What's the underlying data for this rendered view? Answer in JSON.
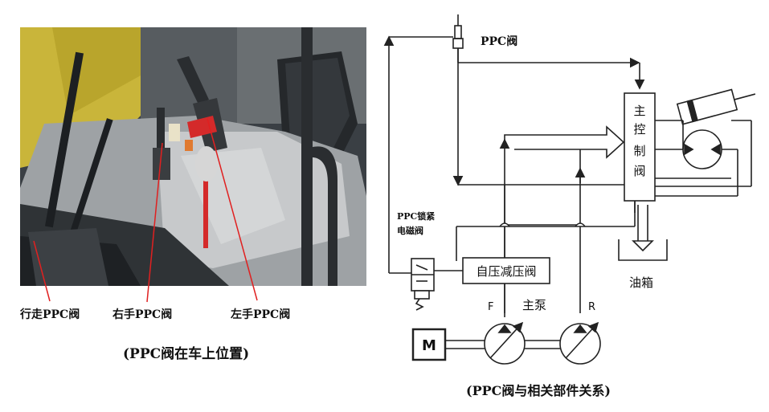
{
  "left_panel": {
    "labels": {
      "travel": "行走PPC阀",
      "right_hand": "右手PPC阀",
      "left_hand": "左手PPC阀"
    },
    "caption": "(PPC阀在车上位置)"
  },
  "right_panel": {
    "ppc_valve": "PPC阀",
    "main_control_valve": [
      "主",
      "控",
      "制",
      "阀"
    ],
    "lock_solenoid": [
      "PPC锁紧",
      "电磁阀"
    ],
    "self_pressure_reducing_valve": "自压减压阀",
    "tank": "油箱",
    "main_pump": "主泵",
    "pump_front": "F",
    "pump_rear": "R",
    "motor": "M",
    "caption": "(PPC阀与相关部件关系)"
  },
  "colors": {
    "line": "#222222",
    "lever_red": "#d42a2a",
    "boom_yellow": "#c9b53a",
    "seat_gray": "#bfc1c2",
    "interior_dark": "#2f3336",
    "label_line_red": "#e02020"
  }
}
